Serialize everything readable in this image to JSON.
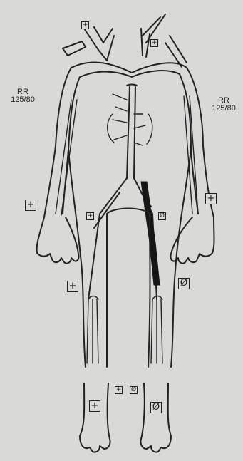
{
  "bp_left": {
    "label": "RR",
    "value": "125/80"
  },
  "bp_right": {
    "label": "RR",
    "value": "125/80"
  },
  "pulse_symbols": {
    "present": "+",
    "absent": "Ø"
  }
}
